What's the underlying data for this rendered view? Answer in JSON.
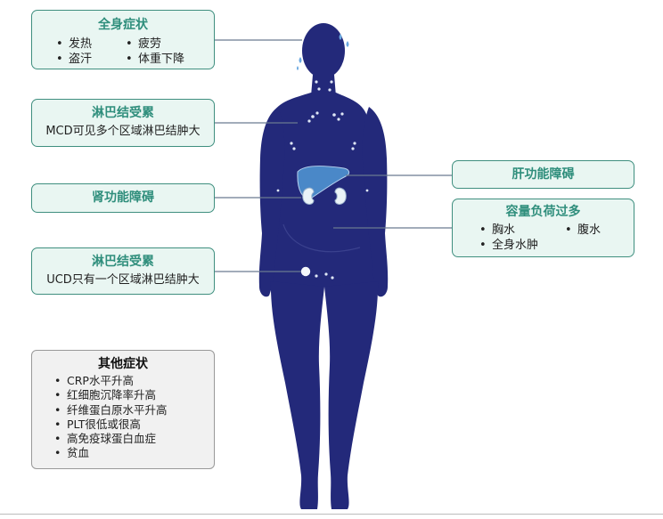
{
  "systemic": {
    "title": "全身症状",
    "items": [
      "发热",
      "疲劳",
      "盗汗",
      "体重下降"
    ]
  },
  "lymph_mcd": {
    "title": "淋巴结受累",
    "desc": "MCD可见多个区域淋巴结肿大"
  },
  "renal": {
    "title": "肾功能障碍"
  },
  "lymph_ucd": {
    "title": "淋巴结受累",
    "desc": "UCD只有一个区域淋巴结肿大"
  },
  "liver": {
    "title": "肝功能障碍"
  },
  "volume": {
    "title": "容量负荷过多",
    "items": [
      "胸水",
      "腹水",
      "全身水肿"
    ]
  },
  "other": {
    "title": "其他症状",
    "items": [
      "CRP水平升高",
      "红细胞沉降率升高",
      "纤维蛋白原水平升高",
      "PLT很低或很高",
      "高免疫球蛋白血症",
      "贫血"
    ]
  },
  "colors": {
    "body": "#23297a",
    "accent": "#2f8e7c",
    "box_fill": "#e9f6f2",
    "liver": "#4a88c8",
    "kidney": "#eaf3f8"
  },
  "icons": [
    "human-body-icon",
    "liver-icon",
    "kidney-icon",
    "lymph-node-icon",
    "sweat-drop-icon"
  ]
}
